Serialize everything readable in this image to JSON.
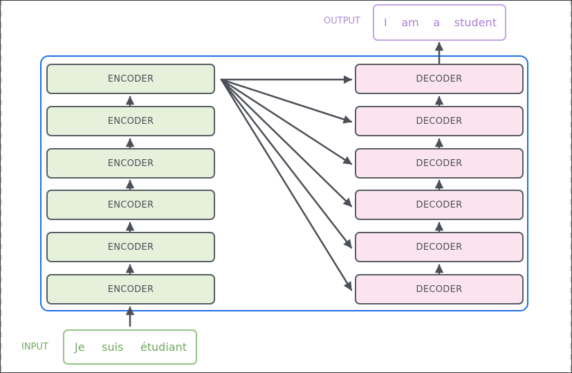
{
  "input": {
    "label": "INPUT",
    "words": [
      "Je",
      "suis",
      "étudiant"
    ]
  },
  "output": {
    "label": "OUTPUT",
    "words": [
      "I",
      "am",
      "a",
      "student"
    ]
  },
  "encoders": [
    "ENCODER",
    "ENCODER",
    "ENCODER",
    "ENCODER",
    "ENCODER",
    "ENCODER"
  ],
  "decoders": [
    "DECODER",
    "DECODER",
    "DECODER",
    "DECODER",
    "DECODER",
    "DECODER"
  ],
  "colors": {
    "container_border": "#1f6fe6",
    "encoder_fill": "#e6f1dc",
    "decoder_fill": "#fce4ee",
    "block_border": "#595c63",
    "arrow": "#4b4f56",
    "input_text": "#6fa85f",
    "output_text": "#b07ed6"
  }
}
